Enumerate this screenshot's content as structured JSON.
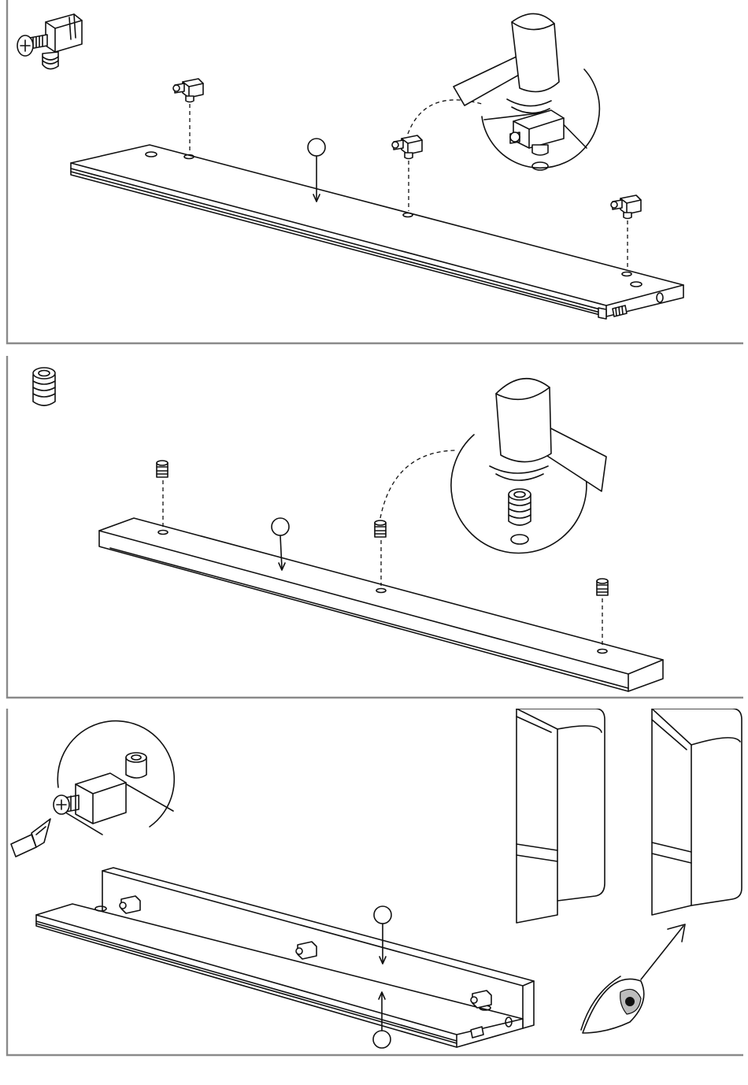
{
  "panels": [
    {
      "part_icon": "cam-lock-icon",
      "step_marker": "circle-marker",
      "tool": "hammer-icon"
    },
    {
      "part_icon": "dowel-insert-icon",
      "step_marker": "circle-marker",
      "tool": "hammer-icon"
    },
    {
      "part_icon": "screw-icon",
      "tool": "screwdriver-icon",
      "view_indicator": "eye-icon",
      "step_markers": [
        "circle-marker",
        "circle-marker"
      ]
    }
  ],
  "colors": {
    "line": "#111111",
    "frame": "#8a8a8a",
    "shade": "#bdbdbd"
  }
}
